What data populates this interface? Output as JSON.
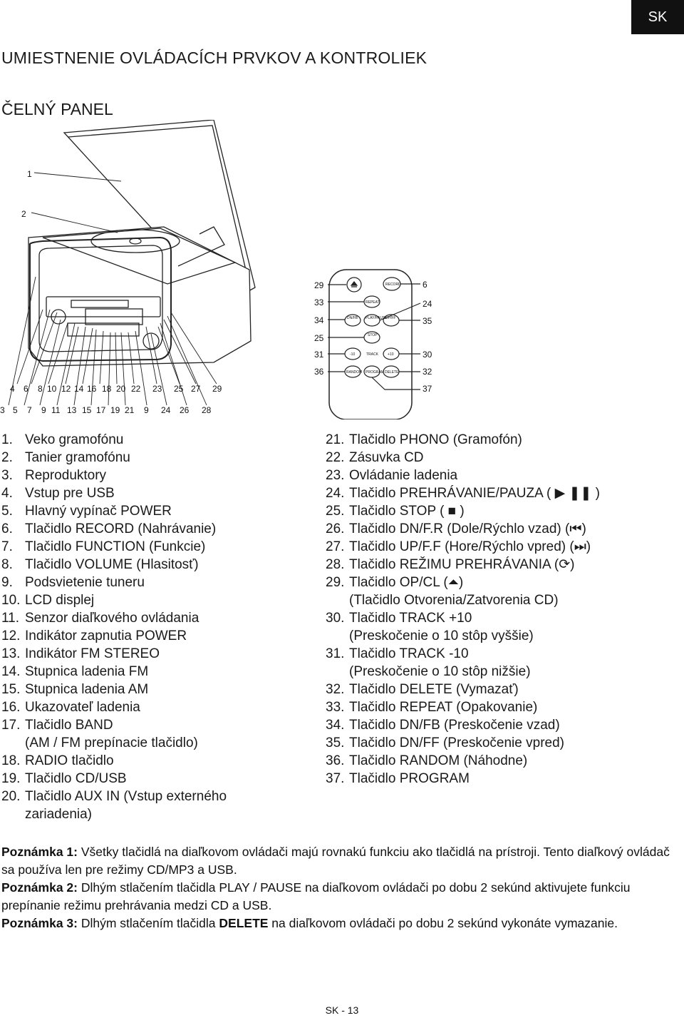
{
  "lang": "SK",
  "title": "UMIESTNENIE OVLÁDACÍCH PRVKOV A KONTROLIEK",
  "section": "ČELNÝ PANEL",
  "figure": {
    "labels_top": [
      "1",
      "2"
    ],
    "labels_row1": [
      "4",
      "6",
      "8",
      "10",
      "12",
      "14",
      "16",
      "18",
      "20",
      "22",
      "23",
      "25",
      "27",
      "29"
    ],
    "labels_row2": [
      "3",
      "5",
      "7",
      "9",
      "11",
      "13",
      "15",
      "17",
      "19",
      "21",
      "9",
      "24",
      "26",
      "28"
    ],
    "remote_left": [
      "29",
      "33",
      "34",
      "25",
      "31",
      "36"
    ],
    "remote_right": [
      "6",
      "24",
      "35",
      "30",
      "32",
      "37"
    ],
    "remote_buttons": {
      "record": "RECORD",
      "repeat": "REPEAT",
      "dnfb": "DN/FB",
      "playpause": "PLAY/PAUSE",
      "upff": "UP/FF",
      "stop": "STOP",
      "minus10": "-10",
      "track": "TRACK",
      "plus10": "+10",
      "random": "RANDOM",
      "program": "PROGRAM",
      "delete": "DELETE"
    }
  },
  "left_list": [
    {
      "n": "1.",
      "t": "Veko gramofónu"
    },
    {
      "n": "2.",
      "t": "Tanier gramofónu"
    },
    {
      "n": "3.",
      "t": "Reproduktory"
    },
    {
      "n": "4.",
      "t": "Vstup pre USB"
    },
    {
      "n": "5.",
      "t": "Hlavný vypínač POWER"
    },
    {
      "n": "6.",
      "t": "Tlačidlo RECORD (Nahrávanie)"
    },
    {
      "n": "7.",
      "t": "Tlačidlo FUNCTION (Funkcie)"
    },
    {
      "n": "8.",
      "t": "Tlačidlo VOLUME (Hlasitosť)"
    },
    {
      "n": "9.",
      "t": "Podsvietenie tuneru"
    },
    {
      "n": "10.",
      "t": "LCD displej"
    },
    {
      "n": "11.",
      "t": "Senzor diaľkového ovládania"
    },
    {
      "n": "12.",
      "t": "Indikátor zapnutia POWER"
    },
    {
      "n": "13.",
      "t": "Indikátor FM STEREO"
    },
    {
      "n": "14.",
      "t": "Stupnica ladenia FM"
    },
    {
      "n": "15.",
      "t": "Stupnica ladenia AM"
    },
    {
      "n": "16.",
      "t": "Ukazovateľ ladenia"
    },
    {
      "n": "17.",
      "t": "Tlačidlo BAND"
    },
    {
      "n": "",
      "t": "(AM / FM prepínacie tlačidlo)"
    },
    {
      "n": "18.",
      "t": "RADIO tlačidlo"
    },
    {
      "n": "19.",
      "t": "Tlačidlo CD/USB"
    },
    {
      "n": "20.",
      "t": "Tlačidlo AUX IN (Vstup externého"
    },
    {
      "n": "",
      "t": "zariadenia)"
    }
  ],
  "right_list": [
    {
      "n": "21.",
      "t": "Tlačidlo PHONO (Gramofón)"
    },
    {
      "n": "22.",
      "t": "Zásuvka CD"
    },
    {
      "n": "23.",
      "t": "Ovládanie ladenia"
    },
    {
      "n": "24.",
      "t": "Tlačidlo PREHRÁVANIE/PAUZA ( ▶ ❚❚ )"
    },
    {
      "n": "25.",
      "t": "Tlačidlo STOP ( ■ )"
    },
    {
      "n": "26.",
      "t": "Tlačidlo DN/F.R (Dole/Rýchlo vzad) (⏮)"
    },
    {
      "n": "27.",
      "t": "Tlačidlo UP/F.F (Hore/Rýchlo vpred) (⏭)"
    },
    {
      "n": "28.",
      "t": "Tlačidlo REŽIMU PREHRÁVANIA (⟳)"
    },
    {
      "n": "29.",
      "t": "Tlačidlo OP/CL (⏶)"
    },
    {
      "n": "",
      "t": "(Tlačidlo Otvorenia/Zatvorenia CD)"
    },
    {
      "n": "30.",
      "t": "Tlačidlo TRACK +10"
    },
    {
      "n": "",
      "t": "(Preskočenie o 10 stôp vyššie)"
    },
    {
      "n": "31.",
      "t": "Tlačidlo TRACK -10"
    },
    {
      "n": "",
      "t": "(Preskočenie o 10 stôp nižšie)"
    },
    {
      "n": "32.",
      "t": "Tlačidlo DELETE (Vymazať)"
    },
    {
      "n": "33.",
      "t": "Tlačidlo REPEAT (Opakovanie)"
    },
    {
      "n": "34.",
      "t": "Tlačidlo DN/FB (Preskočenie vzad)"
    },
    {
      "n": "35.",
      "t": "Tlačidlo DN/FF (Preskočenie vpred)"
    },
    {
      "n": "36.",
      "t": "Tlačidlo RANDOM (Náhodne)"
    },
    {
      "n": "37.",
      "t": "Tlačidlo PROGRAM"
    }
  ],
  "notes": {
    "n1_label": "Poznámka 1:",
    "n1_text": " Všetky tlačidlá na diaľkovom ovládači majú rovnakú funkciu ako tlačidlá na prístroji. Tento diaľkový ovládač sa používa len pre režimy CD/MP3 a USB.",
    "n2_label": "Poznámka 2:",
    "n2_text": " Dlhým stlačením tlačidla PLAY / PAUSE na diaľkovom ovládači po dobu 2 sekúnd aktivujete funkciu prepínanie režimu prehrávania medzi CD a USB.",
    "n3_label": "Poznámka 3:",
    "n3_text_a": " Dlhým stlačením tlačidla ",
    "n3_bold": "DELETE",
    "n3_text_b": " na diaľkovom ovládači po dobu 2 sekúnd vykonáte vymazanie."
  },
  "footer": "SK - 13"
}
